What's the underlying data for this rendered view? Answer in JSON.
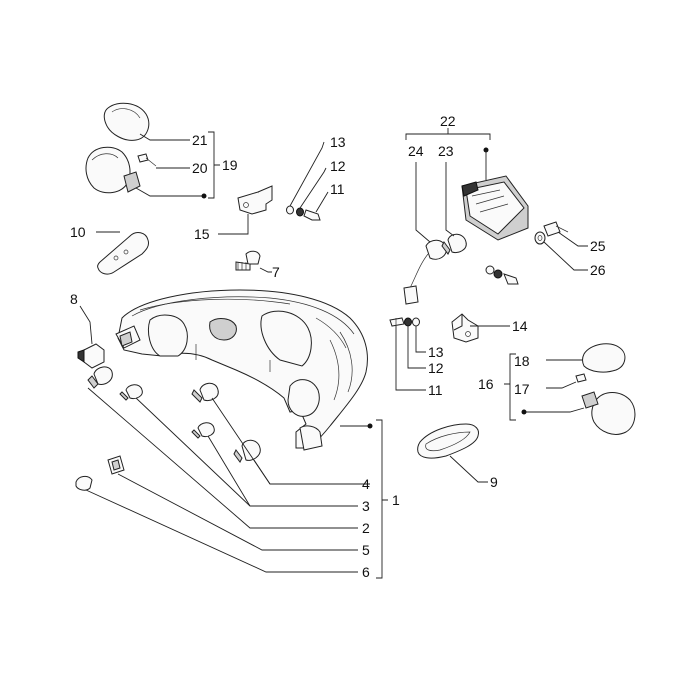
{
  "callouts": {
    "c1": "1",
    "c2": "2",
    "c3": "3",
    "c4": "4",
    "c5": "5",
    "c6": "6",
    "c7": "7",
    "c8": "8",
    "c9": "9",
    "c10": "10",
    "c11a": "11",
    "c12a": "12",
    "c13a": "13",
    "c11b": "11",
    "c12b": "12",
    "c13b": "13",
    "c14": "14",
    "c15": "15",
    "c16": "16",
    "c17": "17",
    "c18": "18",
    "c19": "19",
    "c20": "20",
    "c21": "21",
    "c22": "22",
    "c23": "23",
    "c24": "24",
    "c25": "25",
    "c26": "26"
  },
  "colors": {
    "line": "#222222",
    "fill": "#fafafa",
    "shade": "#cfcfcf"
  }
}
